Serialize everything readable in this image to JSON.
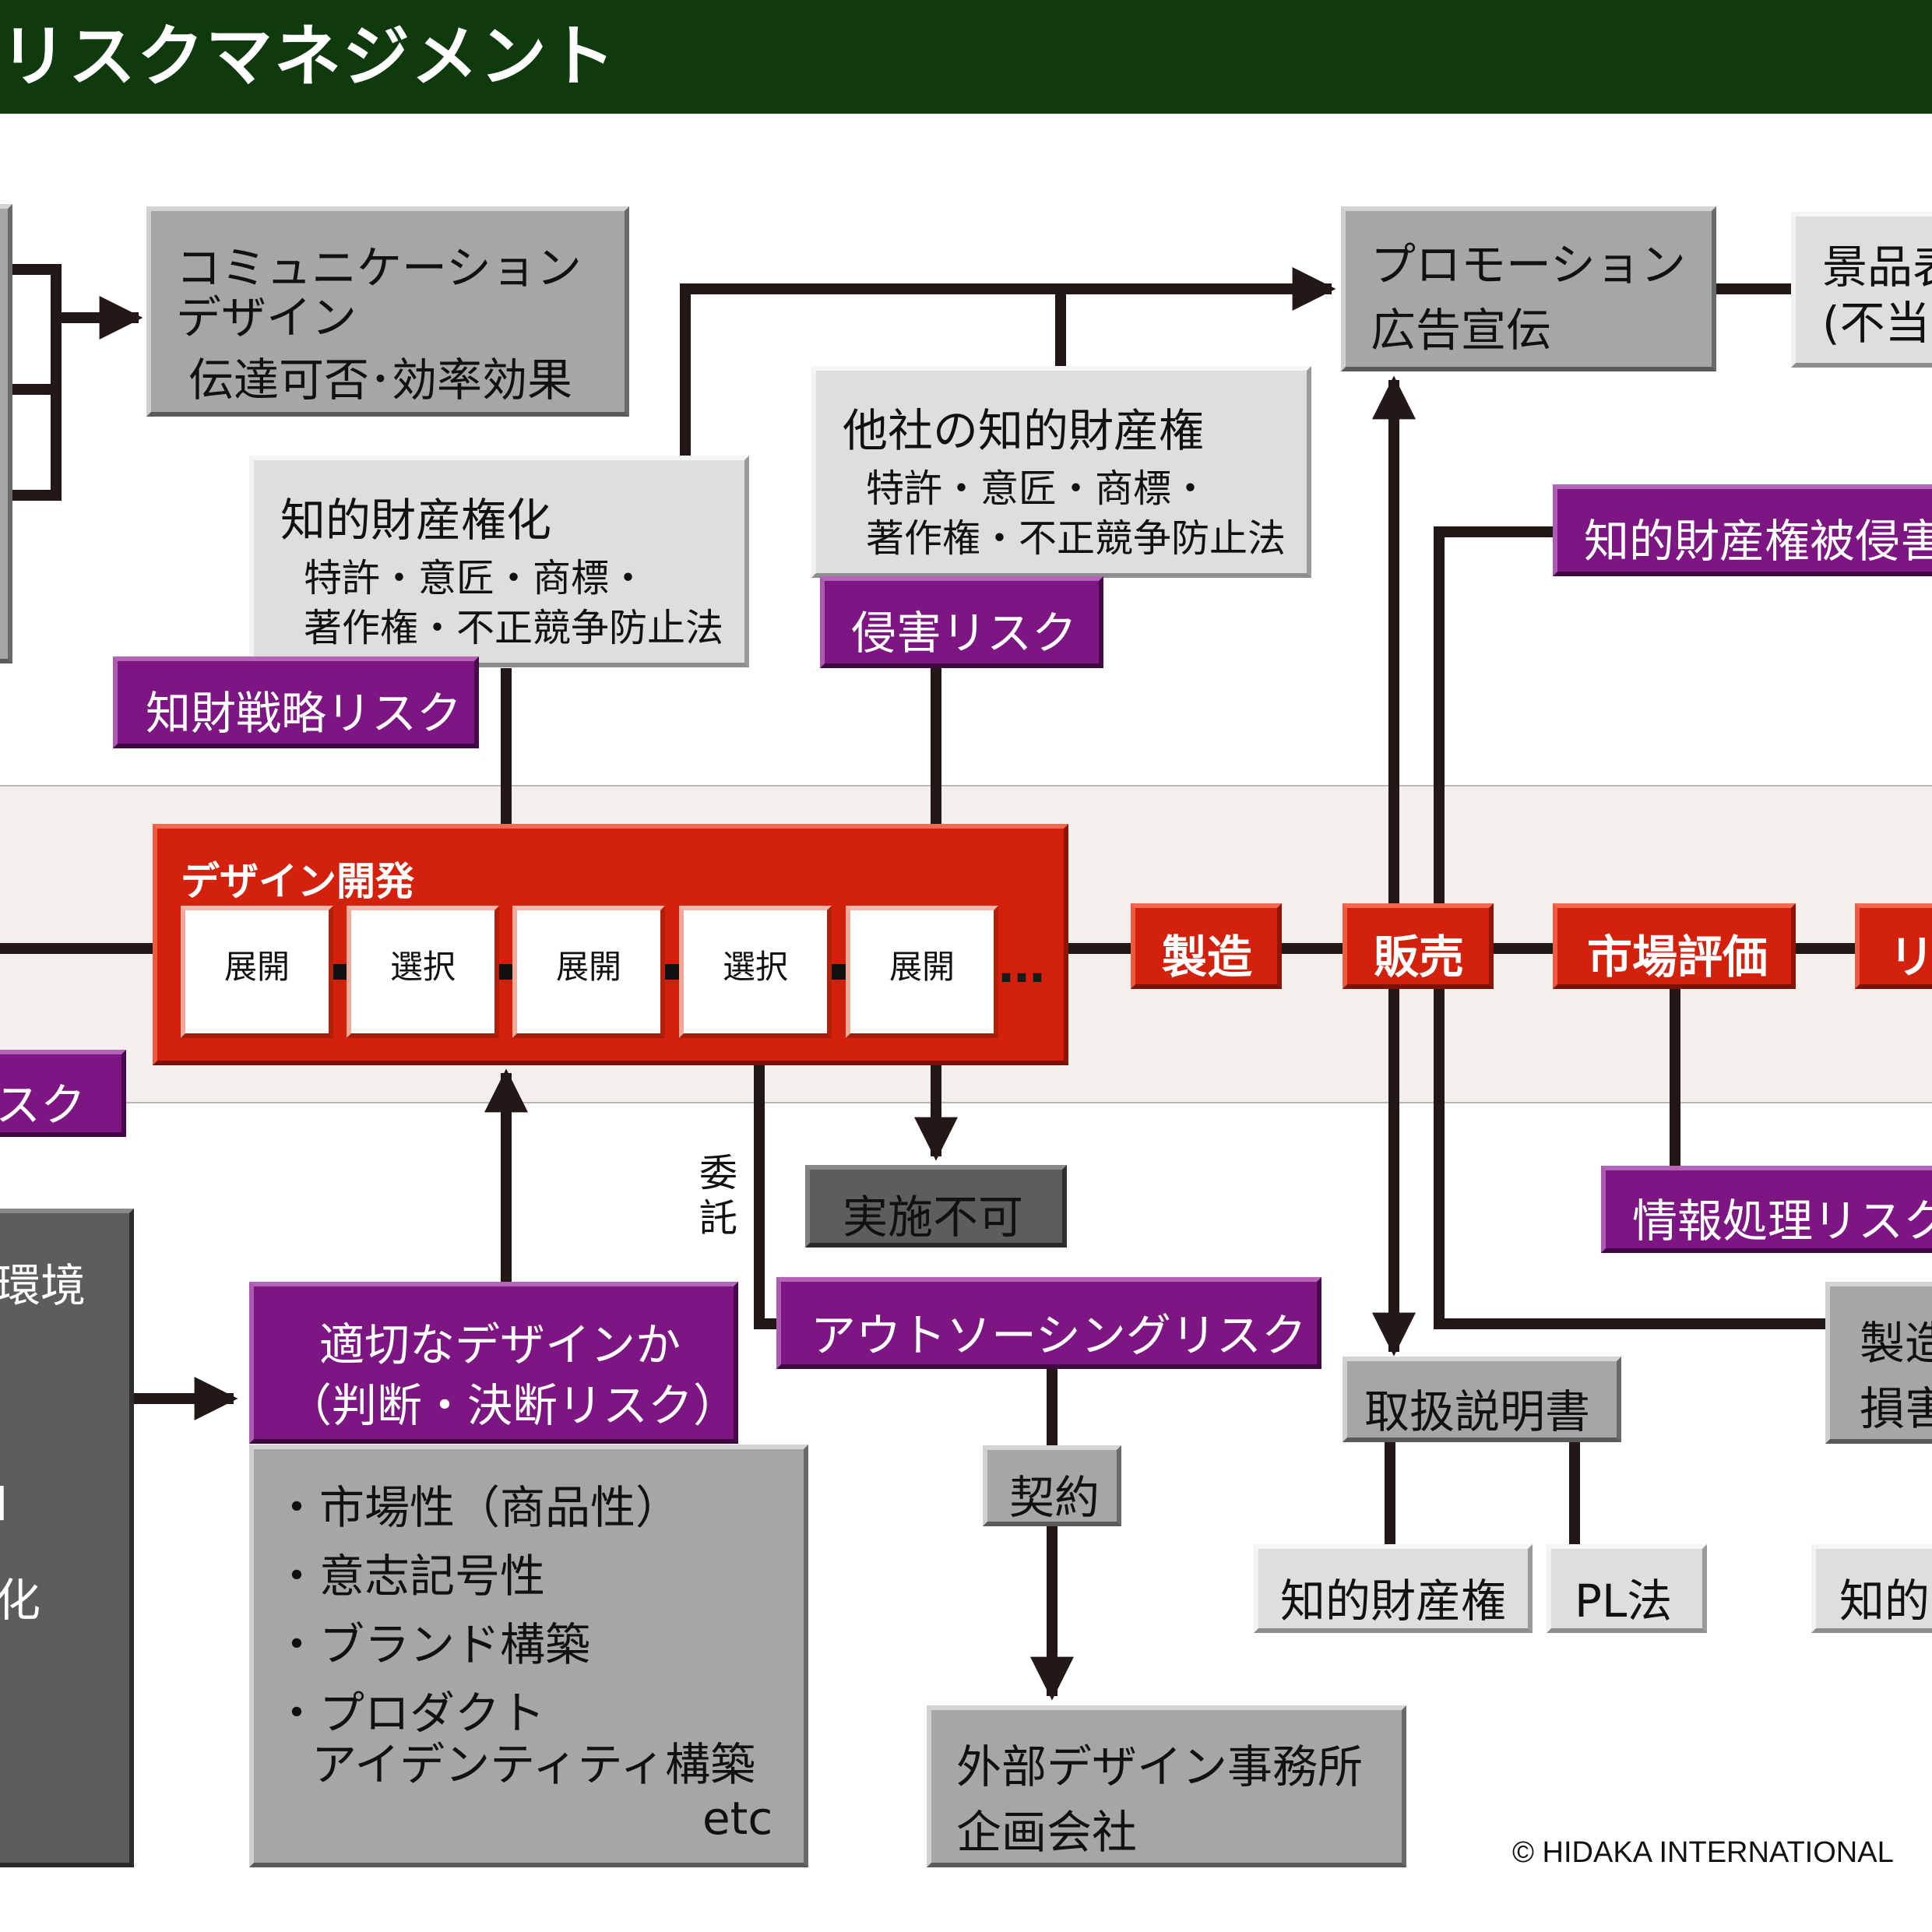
{
  "header": {
    "title": "リスクマネジメント"
  },
  "boxes": {
    "communication": {
      "line1": "コミュニケーション",
      "line2": "デザイン",
      "line3": "伝達可否･効率効果"
    },
    "promotion": {
      "line1": "プロモーション",
      "line2": "広告宣伝"
    },
    "keihin": {
      "line1": "景品表",
      "line2": "(不当"
    },
    "other_ip": {
      "title": "他社の知的財産権",
      "line1": "特許・意匠・商標・",
      "line2": "著作権・不正競争防止法"
    },
    "ip_right": {
      "title": "知的財産権化",
      "line1": "特許・意匠・商標・",
      "line2": "著作権・不正競争防止法"
    },
    "jisshi_fuka": "実施不可",
    "torisetsu": "取扱説明書",
    "keiyaku": "契約",
    "chiteki_zaisanken": "知的財産権",
    "pl_ho": "PL法",
    "chiteki_right_partial": "知的",
    "external": {
      "line1": "外部デザイン事務所",
      "line2": "企画会社"
    },
    "seizo_partial": {
      "line1": "製造",
      "line2": "損害"
    },
    "left_dark": {
      "line1": "環境",
      "line2": "",
      "line3": "l",
      "line4": "化"
    },
    "criteria": {
      "items": [
        "・市場性（商品性）",
        "・意志記号性",
        "・ブランド構築",
        "・プロダクト",
        "アイデンティティ構築"
      ],
      "etc": "etc"
    }
  },
  "risk_labels": {
    "chizai_senryaku": "知財戦略リスク",
    "shingai": "侵害リスク",
    "hishingai": "知的財産権被侵害",
    "left_partial": "スク",
    "joho_shori": "情報処理リスク",
    "outsourcing": "アウトソーシングリスク",
    "handan": {
      "line1": "適切なデザインか",
      "line2": "（判断・決断リスク）"
    }
  },
  "process": {
    "design_dev": {
      "title": "デザイン開発",
      "cells": [
        "展開",
        "選択",
        "展開",
        "選択",
        "展開"
      ],
      "ellipsis": "…"
    },
    "seizo": "製造",
    "hanbai": "販売",
    "shijo_hyoka": "市場評価",
    "last_partial": "リ"
  },
  "edge_labels": {
    "itaku": "委託"
  },
  "copyright": "© HIDAKA INTERNATIONAL",
  "colors": {
    "header_bg": "#0f3a0e",
    "risk_purple": "#7d1683",
    "process_red": "#d3210e",
    "box_gray": "#a6a6a6",
    "box_light": "#dedede",
    "box_dark": "#5d5d5d",
    "connector": "#231815",
    "band": "#f2efec"
  }
}
